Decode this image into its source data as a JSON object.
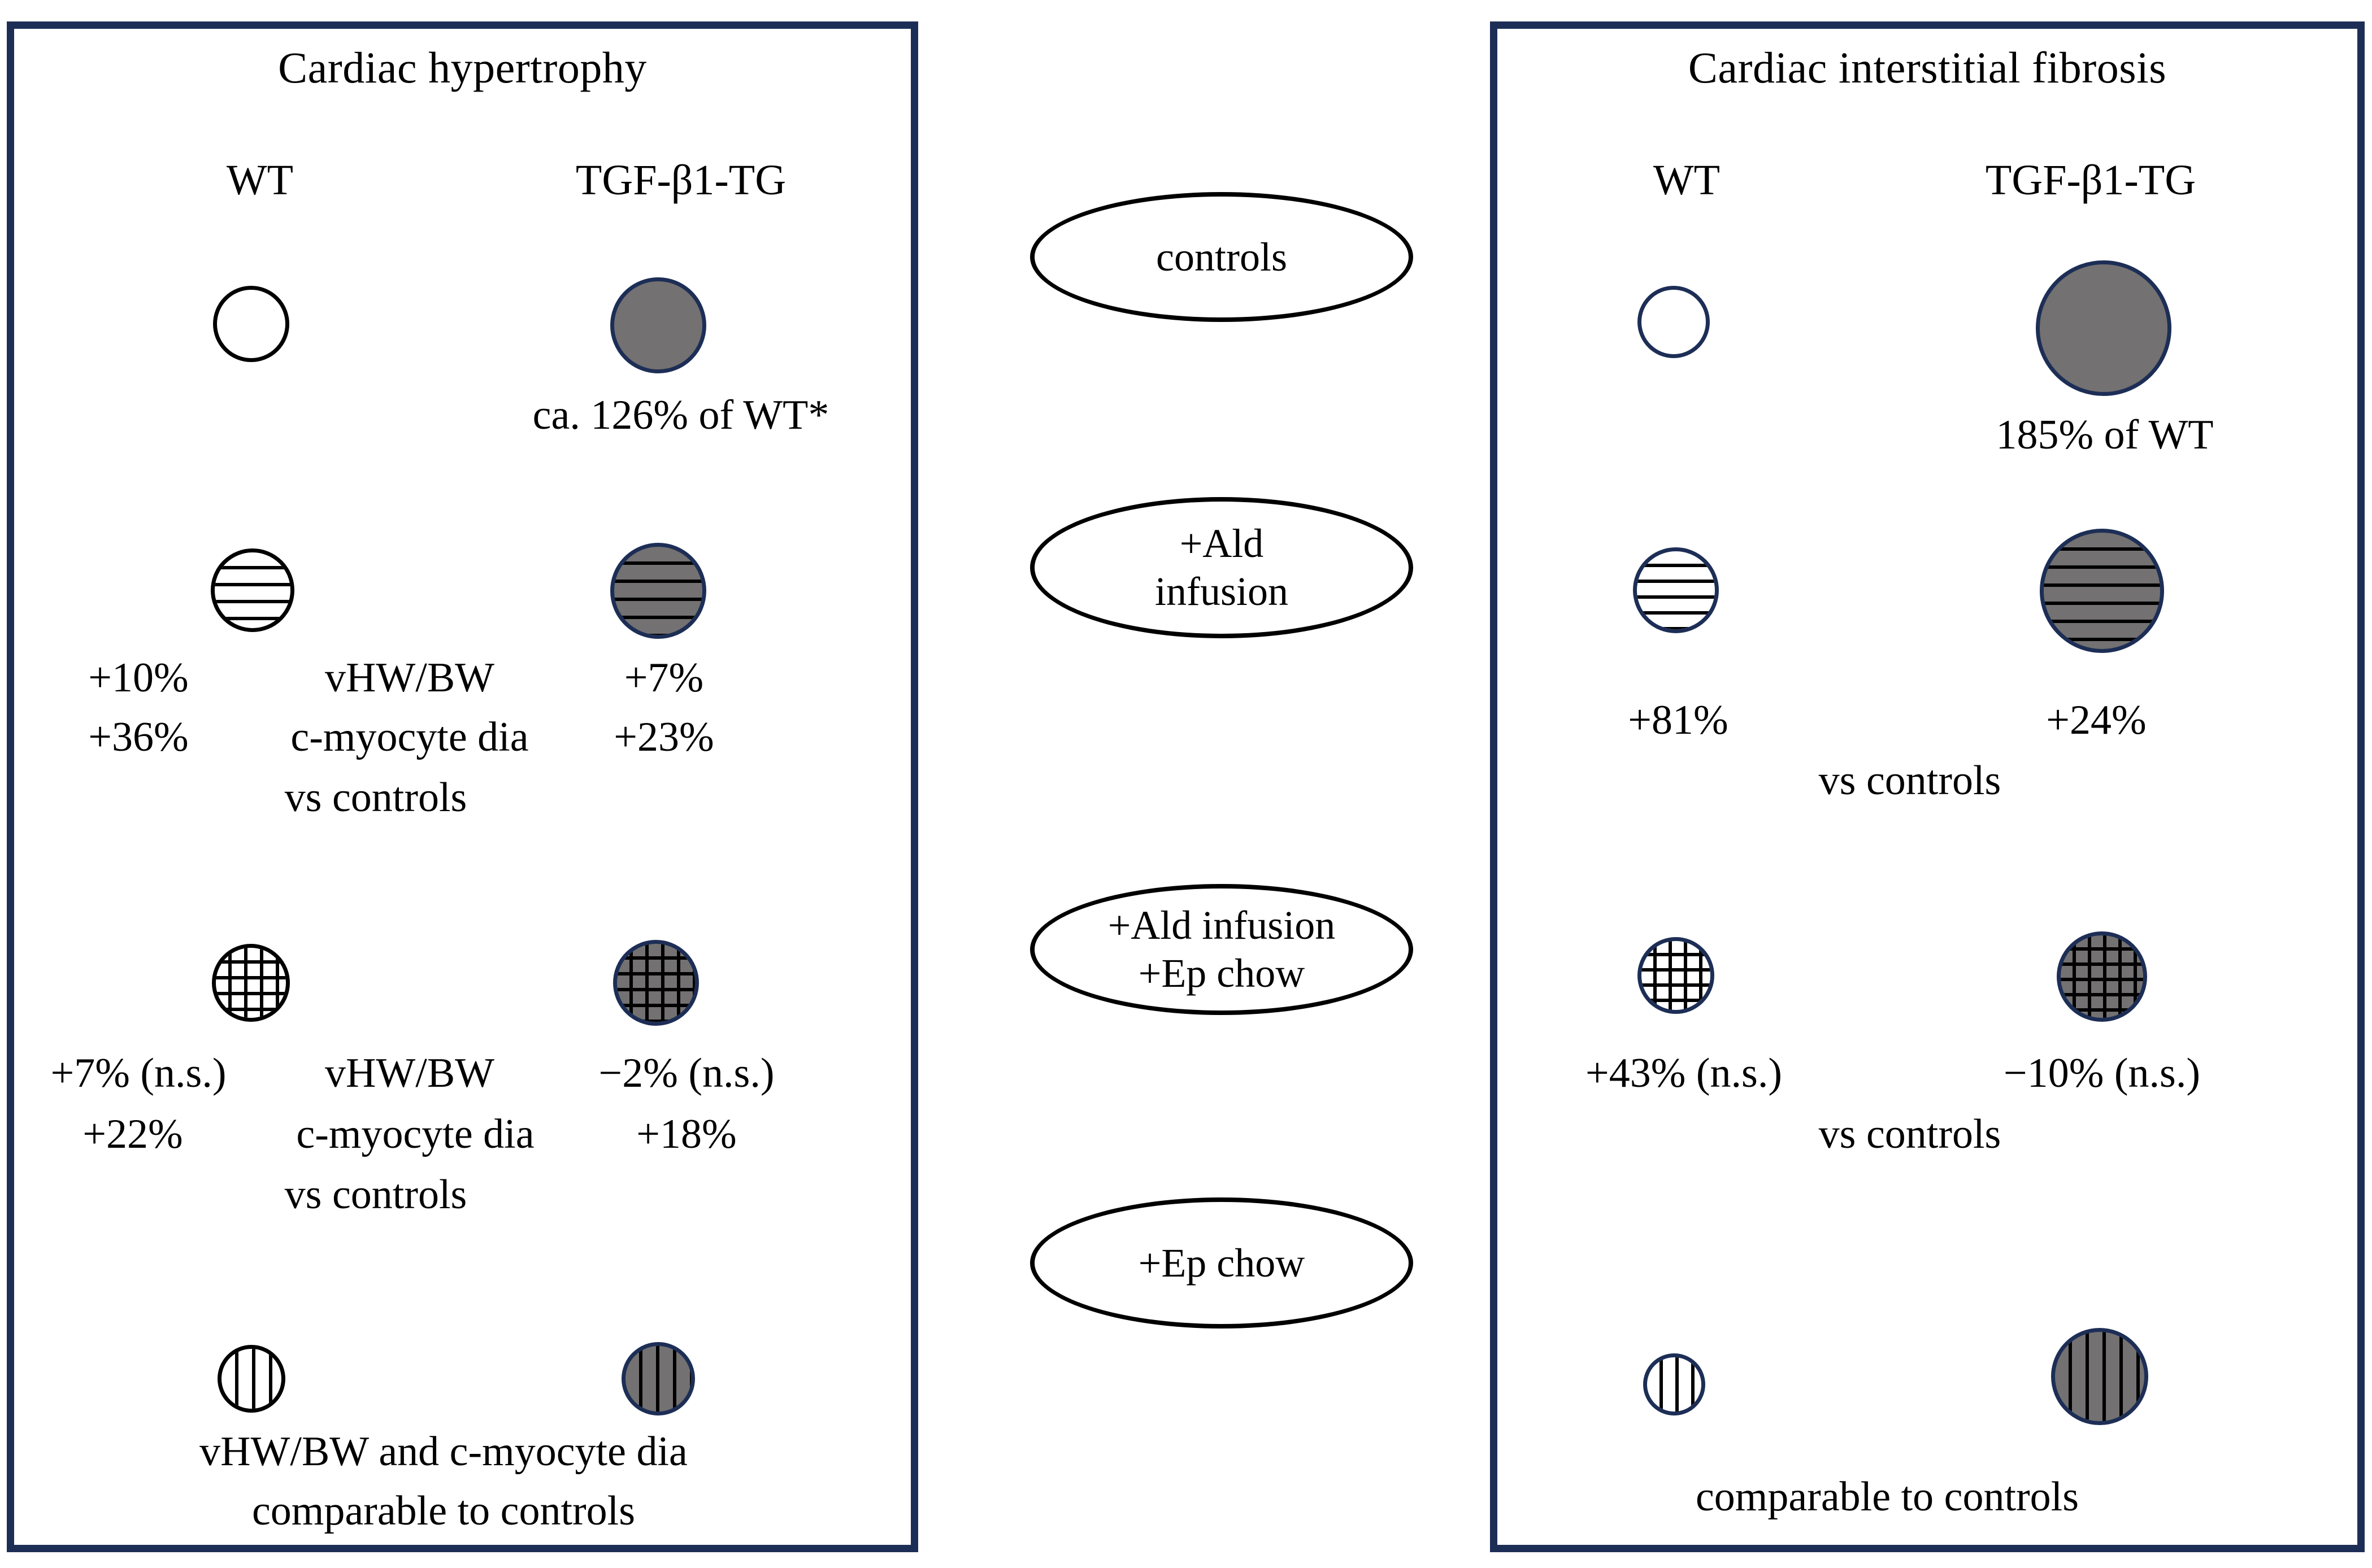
{
  "colors": {
    "panel_border_navy": "#1d2e56",
    "circle_fill_gray": "#737171",
    "circle_outline_black": "#000000",
    "circle_outline_navy": "#1d2e56",
    "background": "#ffffff"
  },
  "panels": {
    "left": {
      "title": "Cardiac hypertrophy",
      "columns": {
        "wt": "WT",
        "tg": "TGF-β1-TG"
      },
      "rows": [
        {
          "condition": "controls",
          "wt": {
            "fill": "white",
            "outline": "black",
            "pattern": "none",
            "diameter": 135
          },
          "tg": {
            "fill": "gray",
            "outline": "navy",
            "pattern": "none",
            "diameter": 170
          },
          "note_tg": "ca. 126% of WT*"
        },
        {
          "condition": "+Ald infusion",
          "wt": {
            "fill": "white",
            "outline": "black",
            "pattern": "horizontal",
            "diameter": 148
          },
          "tg": {
            "fill": "gray",
            "outline": "navy",
            "pattern": "horizontal",
            "diameter": 170
          },
          "metric_1": {
            "label": "vHW/BW",
            "wt": "+10%",
            "tg": "+7%"
          },
          "metric_2": {
            "label": "c-myocyte dia",
            "wt": "+36%",
            "tg": "+23%"
          },
          "comparison": "vs controls"
        },
        {
          "condition": "+Ald infusion +Ep chow",
          "wt": {
            "fill": "white",
            "outline": "black",
            "pattern": "grid",
            "diameter": 138
          },
          "tg": {
            "fill": "gray",
            "outline": "navy",
            "pattern": "grid",
            "diameter": 152
          },
          "metric_1": {
            "label": "vHW/BW",
            "wt": "+7% (n.s.)",
            "tg": "−2% (n.s.)"
          },
          "metric_2": {
            "label": "c-myocyte dia",
            "wt": "+22%",
            "tg": "+18%"
          },
          "comparison": "vs controls"
        },
        {
          "condition": "+Ep chow",
          "wt": {
            "fill": "white",
            "outline": "black",
            "pattern": "vertical",
            "diameter": 120
          },
          "tg": {
            "fill": "gray",
            "outline": "navy",
            "pattern": "vertical",
            "diameter": 130
          },
          "summary_line_1": "vHW/BW and c-myocyte dia",
          "summary_line_2": "comparable to controls"
        }
      ]
    },
    "right": {
      "title": "Cardiac interstitial fibrosis",
      "columns": {
        "wt": "WT",
        "tg": "TGF-β1-TG"
      },
      "rows": [
        {
          "condition": "controls",
          "wt": {
            "fill": "white",
            "outline": "navy",
            "pattern": "none",
            "diameter": 128
          },
          "tg": {
            "fill": "gray",
            "outline": "navy",
            "pattern": "none",
            "diameter": 240
          },
          "note_tg": "185% of WT"
        },
        {
          "condition": "+Ald infusion",
          "wt": {
            "fill": "white",
            "outline": "navy",
            "pattern": "horizontal",
            "diameter": 152
          },
          "tg": {
            "fill": "gray",
            "outline": "navy",
            "pattern": "horizontal",
            "diameter": 220
          },
          "wt_value": "+81%",
          "tg_value": "+24%",
          "comparison": "vs controls"
        },
        {
          "condition": "+Ald infusion +Ep chow",
          "wt": {
            "fill": "white",
            "outline": "navy",
            "pattern": "grid",
            "diameter": 136
          },
          "tg": {
            "fill": "gray",
            "outline": "navy",
            "pattern": "grid",
            "diameter": 160
          },
          "wt_value": "+43% (n.s.)",
          "tg_value": "−10% (n.s.)",
          "comparison": "vs controls"
        },
        {
          "condition": "+Ep chow",
          "wt": {
            "fill": "white",
            "outline": "navy",
            "pattern": "vertical",
            "diameter": 110
          },
          "tg": {
            "fill": "gray",
            "outline": "navy",
            "pattern": "vertical",
            "diameter": 172
          },
          "summary": "comparable to controls"
        }
      ]
    }
  },
  "middle": {
    "ovals": [
      {
        "lines": [
          "controls"
        ]
      },
      {
        "lines": [
          "+Ald",
          "infusion"
        ]
      },
      {
        "lines": [
          "+Ald infusion",
          "+Ep chow"
        ]
      },
      {
        "lines": [
          "+Ep chow"
        ]
      }
    ]
  }
}
